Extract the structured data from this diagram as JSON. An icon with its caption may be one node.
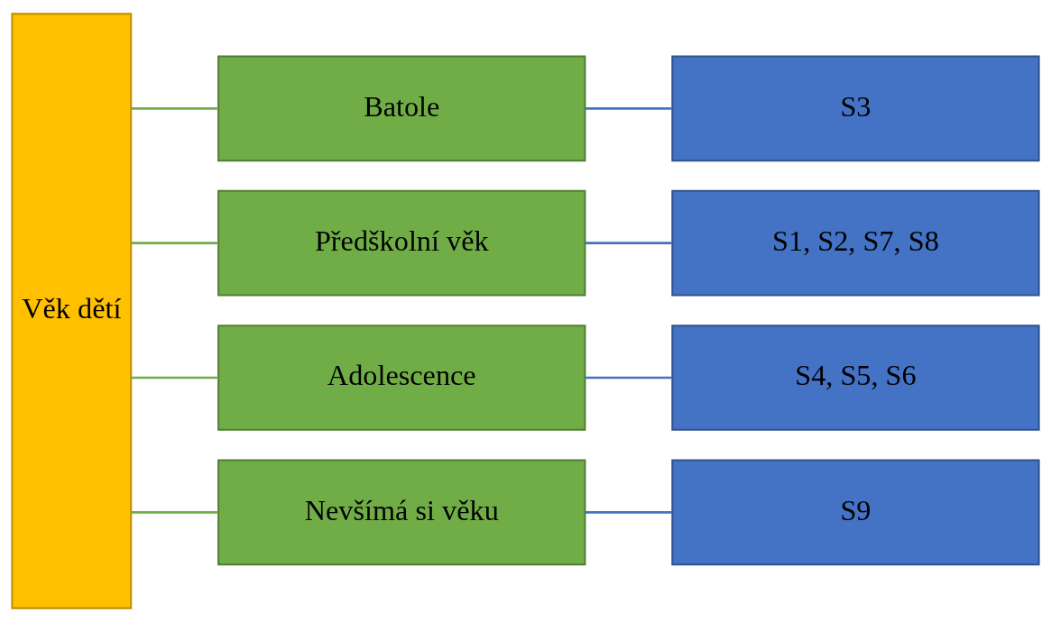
{
  "diagram": {
    "nodes": [
      {
        "text": [
          "Věk dětí"
        ]
      },
      {
        "text": [
          "Batole"
        ]
      },
      {
        "text": [
          "Předškolní věk"
        ]
      },
      {
        "text": [
          "Adolescence"
        ]
      },
      {
        "text": [
          "Nevšímá si věku"
        ]
      },
      {
        "text": [
          "S3"
        ]
      },
      {
        "text": [
          "S1, S2, S7, S8"
        ]
      },
      {
        "text": [
          "S4, S5, S6"
        ]
      },
      {
        "text": [
          "S9"
        ]
      }
    ],
    "edges": [
      {
        "from": 0,
        "to": 1,
        "arrow": "none",
        "color": "#70ad47"
      },
      {
        "from": 0,
        "to": 2,
        "arrow": "none",
        "color": "#70ad47"
      },
      {
        "from": 0,
        "to": 3,
        "arrow": "none",
        "color": "#70ad47"
      },
      {
        "from": 0,
        "to": 4,
        "arrow": "none",
        "color": "#70ad47"
      },
      {
        "from": 1,
        "to": 5,
        "arrow": "none",
        "color": "#4472c4"
      },
      {
        "from": 2,
        "to": 6,
        "arrow": "none",
        "color": "#4472c4"
      },
      {
        "from": 3,
        "to": 7,
        "arrow": "none",
        "color": "#4472c4"
      },
      {
        "from": 4,
        "to": 8,
        "arrow": "none",
        "color": "#4472c4"
      }
    ]
  }
}
